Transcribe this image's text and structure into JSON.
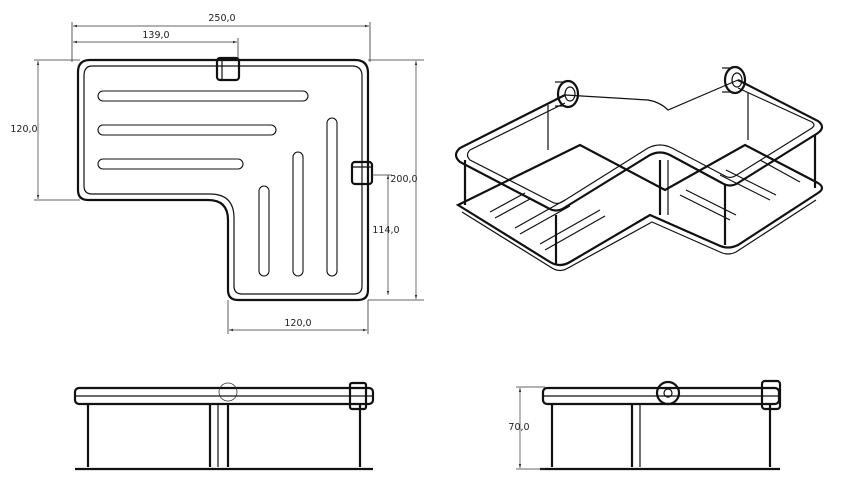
{
  "drawing": {
    "top_view": {
      "overall_width": "250,0",
      "rail_offset": "139,0",
      "left_depth": "120,0",
      "overall_depth": "200,0",
      "right_depth": "114,0",
      "bottom_width": "120,0"
    },
    "side_view": {
      "height": "70,0"
    }
  }
}
